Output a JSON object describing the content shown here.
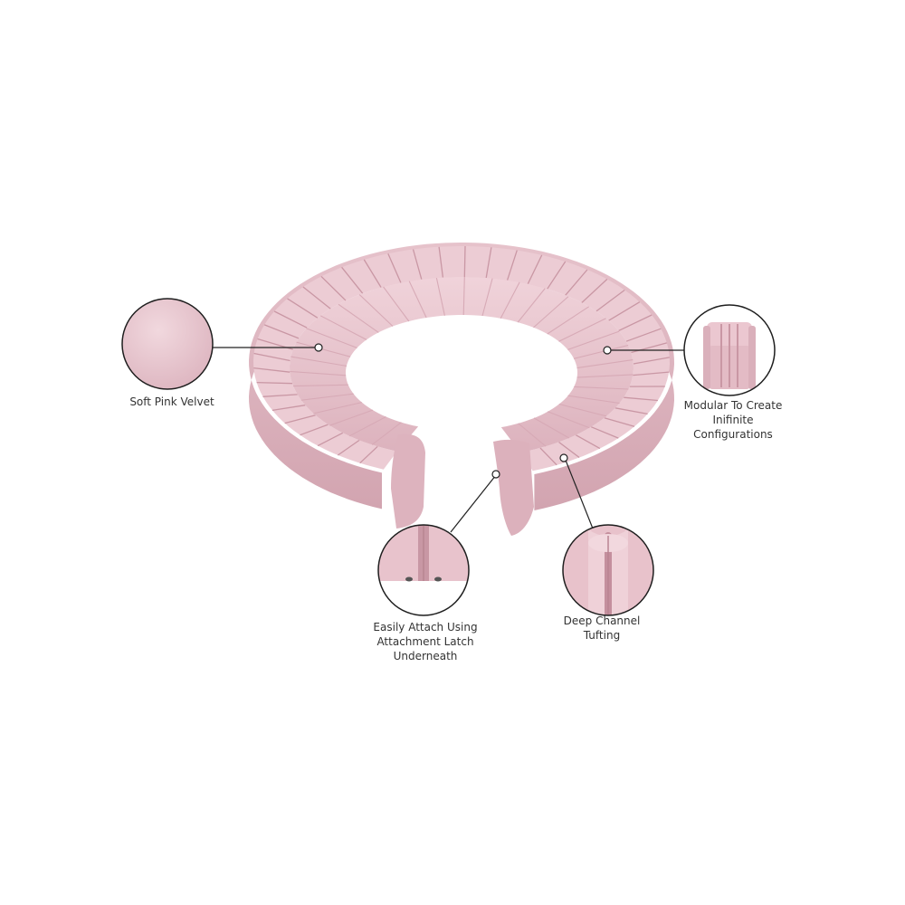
{
  "colors": {
    "velvet": "#ebc9d1",
    "velvet_shade": "#d7aab6",
    "velvet_light": "#f3dde2",
    "velvet_channel": "#c997a4",
    "leader_line": "#222222"
  },
  "callouts": {
    "soft_velvet": {
      "lines": [
        "Soft Pink Velvet"
      ]
    },
    "modular": {
      "lines": [
        "Modular To Create",
        "Inifinite",
        "Configurations"
      ]
    },
    "attach": {
      "lines": [
        "Easily Attach Using",
        "Attachment Latch",
        "Underneath"
      ]
    },
    "tufting": {
      "lines": [
        "Deep Channel",
        "Tufting"
      ]
    }
  }
}
